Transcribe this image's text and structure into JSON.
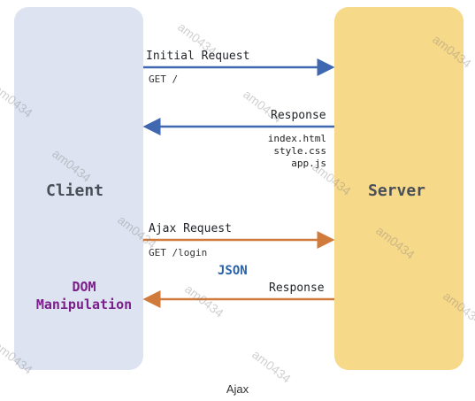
{
  "client": {
    "label": "Client",
    "dom_line1": "DOM",
    "dom_line2": "Manipulation"
  },
  "server": {
    "label": "Server"
  },
  "messages": {
    "initial_request": "Initial Request",
    "initial_sub": "GET /",
    "response1": "Response",
    "files": [
      "index.html",
      "style.css",
      "app.js"
    ],
    "ajax_request": "Ajax Request",
    "ajax_sub": "GET /login",
    "json": "JSON",
    "response2": "Response"
  },
  "caption": "Ajax",
  "watermark": "am0434",
  "colors": {
    "blue_arrow": "#3f68b0",
    "orange_arrow": "#d07a3c",
    "client_bg": "#dde3f0",
    "server_bg": "#f7d98a",
    "dom_text": "#7b1f8a",
    "json_text": "#2a62a8"
  }
}
